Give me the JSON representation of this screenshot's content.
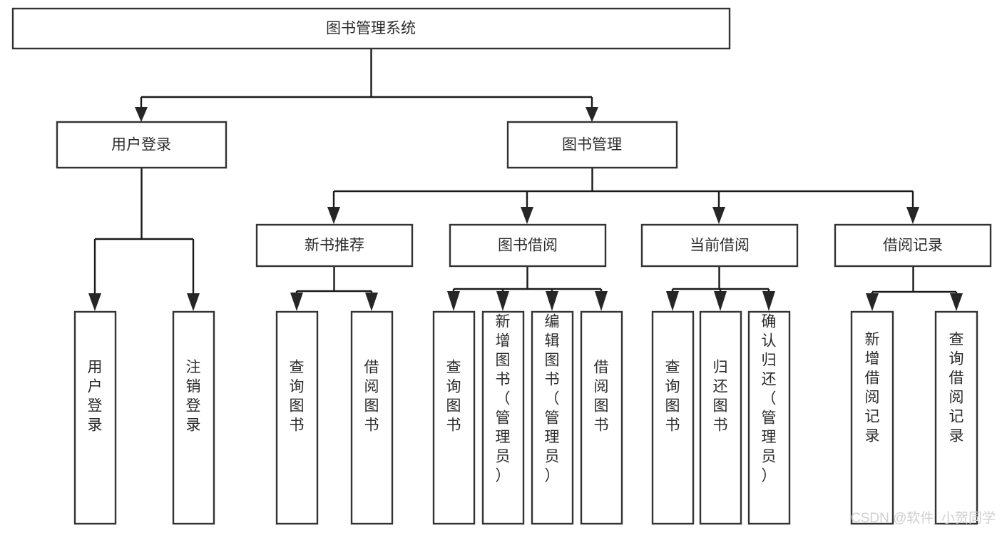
{
  "diagram": {
    "title": "图书管理系统",
    "type": "tree-hierarchy",
    "watermark": "CSDN @软件_小贺同学",
    "colors": {
      "box_border": "#333333",
      "box_fill": "#ffffff",
      "connector": "#1a1a1a",
      "label_text": "#2b2b2b",
      "watermark_text": "#cfcfcf",
      "background": "#ffffff"
    },
    "root": {
      "label": "图书管理系统",
      "orientation": "horizontal"
    },
    "level2": [
      {
        "label": "用户登录",
        "orientation": "horizontal"
      },
      {
        "label": "图书管理",
        "orientation": "horizontal"
      }
    ],
    "level3": [
      {
        "label": "新书推荐",
        "orientation": "horizontal",
        "parent": "图书管理"
      },
      {
        "label": "图书借阅",
        "orientation": "horizontal",
        "parent": "图书管理"
      },
      {
        "label": "当前借阅",
        "orientation": "horizontal",
        "parent": "图书管理"
      },
      {
        "label": "借阅记录",
        "orientation": "horizontal",
        "parent": "图书管理"
      }
    ],
    "leaves": {
      "用户登录": [
        {
          "label": "用户登录",
          "orientation": "vertical"
        },
        {
          "label": "注销登录",
          "orientation": "vertical"
        }
      ],
      "新书推荐": [
        {
          "label": "查询图书",
          "orientation": "vertical"
        },
        {
          "label": "借阅图书",
          "orientation": "vertical"
        }
      ],
      "图书借阅": [
        {
          "label": "查询图书",
          "orientation": "vertical"
        },
        {
          "label": "新增图书（管理员）",
          "orientation": "vertical"
        },
        {
          "label": "编辑图书（管理员）",
          "orientation": "vertical"
        },
        {
          "label": "借阅图书",
          "orientation": "vertical"
        }
      ],
      "当前借阅": [
        {
          "label": "查询图书",
          "orientation": "vertical"
        },
        {
          "label": "归还图书",
          "orientation": "vertical"
        },
        {
          "label": "确认归还（管理员）",
          "orientation": "vertical"
        }
      ],
      "借阅记录": [
        {
          "label": "新增借阅记录",
          "orientation": "vertical"
        },
        {
          "label": "查询借阅记录",
          "orientation": "vertical"
        }
      ]
    }
  },
  "labels": {
    "root_title": "图书管理系统",
    "n_user_login": "用户登录",
    "n_book_manage": "图书管理",
    "n_new_book_rec": "新书推荐",
    "n_book_borrow": "图书借阅",
    "n_current_borrow": "当前借阅",
    "n_borrow_record": "借阅记录",
    "leaf_user_login": "用户登录",
    "leaf_logout": "注销登录",
    "leaf_query_book_a": "查询图书",
    "leaf_borrow_book_a": "借阅图书",
    "leaf_query_book_b": "查询图书",
    "leaf_add_book": "新增图书（管理员）",
    "leaf_edit_book": "编辑图书（管理员）",
    "leaf_borrow_book_b": "借阅图书",
    "leaf_query_book_c": "查询图书",
    "leaf_return_book": "归还图书",
    "leaf_confirm_return": "确认归还（管理员）",
    "leaf_add_record": "新增借阅记录",
    "leaf_query_record": "查询借阅记录",
    "watermark": "CSDN @软件_小贺同学"
  }
}
